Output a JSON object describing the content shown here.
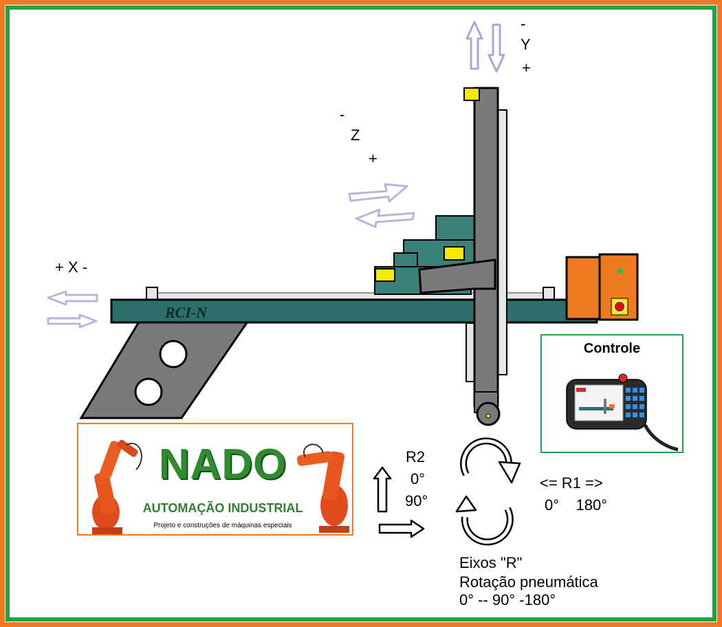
{
  "colors": {
    "frame_outer": "#f07a22",
    "frame_inner": "#23a147",
    "beam": "#2e6f6b",
    "column": "#7a7a7a",
    "carriage": "#3b7f79",
    "marker": "#f5ec00",
    "motor": "#f07a22",
    "arrow_light": "#b6b6dc",
    "logo_green": "#2e8b2e"
  },
  "axes": {
    "y": {
      "minus": "-",
      "name": "Y",
      "plus": "+"
    },
    "z": {
      "minus": "-",
      "name": "Z",
      "plus": "+"
    },
    "x": {
      "label": "+ X -"
    }
  },
  "machine": {
    "beam_label": "RCI-N"
  },
  "logo": {
    "main": "NADO",
    "sub": "AUTOMAÇÃO INDUSTRIAL",
    "tagline": "Projeto e construções de máquinas especiais"
  },
  "controle": {
    "title": "Controle",
    "icon": "teach-pendant-icon"
  },
  "r2": {
    "name": "R2",
    "angle1": "0°",
    "angle2": "90°"
  },
  "r1": {
    "label": "<= R1 =>",
    "angles": "0°    180°"
  },
  "eixos": {
    "line1": "Eixos \"R\"",
    "line2": "Rotação pneumática",
    "line3": "0° -- 90° -180°"
  }
}
